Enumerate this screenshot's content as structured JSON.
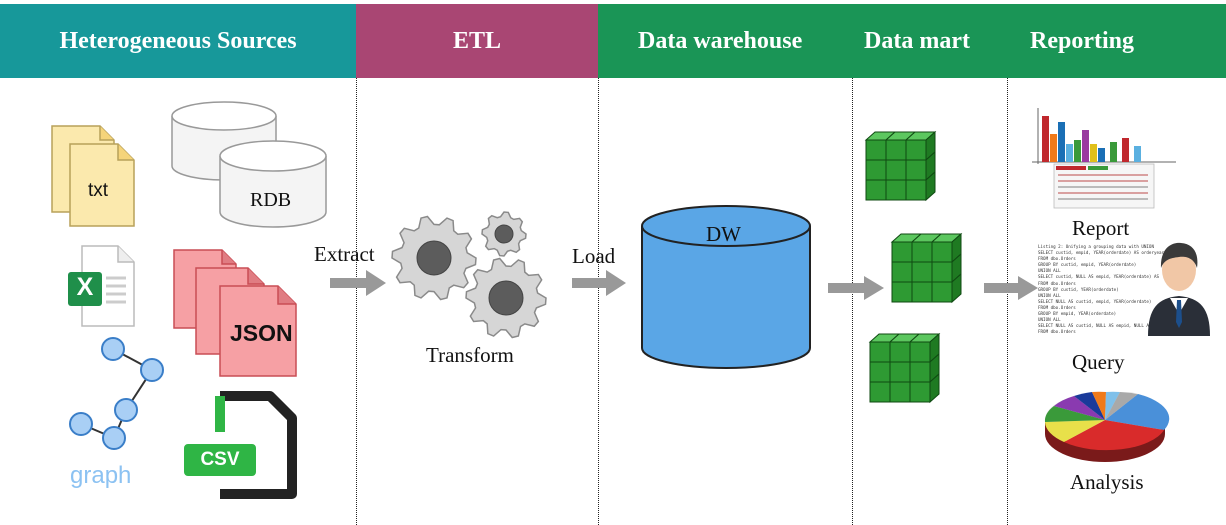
{
  "headers": {
    "sources": "Heterogeneous Sources",
    "etl": "ETL",
    "warehouse": "Data warehouse",
    "mart": "Data mart",
    "reporting": "Reporting"
  },
  "sources": {
    "txt": "txt",
    "rdb": "RDB",
    "excel": "X",
    "json": "JSON",
    "graph": "graph",
    "csv": "CSV"
  },
  "etl": {
    "extract": "Extract",
    "transform": "Transform",
    "load": "Load"
  },
  "warehouse": {
    "dw": "DW"
  },
  "reporting": {
    "report": "Report",
    "query": "Query",
    "analysis": "Analysis",
    "query_lines": [
      "Listing 2: Unifying a grouping data with UNION",
      "SELECT custid, empid, YEAR(orderdate) AS orderyear",
      "FROM dbo.Orders",
      "GROUP BY custid, empid, YEAR(orderdate)",
      "UNION ALL",
      "SELECT custid, NULL AS empid, YEAR(orderdate) AS",
      "FROM dbo.Orders",
      "GROUP BY custid, YEAR(orderdate)",
      "UNION ALL",
      "SELECT NULL AS custid, empid, YEAR(orderdate)",
      "FROM dbo.Orders",
      "GROUP BY empid, YEAR(orderdate)",
      "UNION ALL",
      "SELECT NULL AS custid, NULL AS empid, NULL AS ord",
      "FROM dbo.Orders"
    ]
  },
  "colors": {
    "sources_header": "#17989a",
    "etl_header": "#a94673",
    "warehouse_header": "#1a9556",
    "dw_cylinder": "#5aa6e6",
    "cube": "#2e9a33",
    "json_doc": "#f6a0a4",
    "txt_doc": "#fbe9ad",
    "arrow": "#999999"
  }
}
